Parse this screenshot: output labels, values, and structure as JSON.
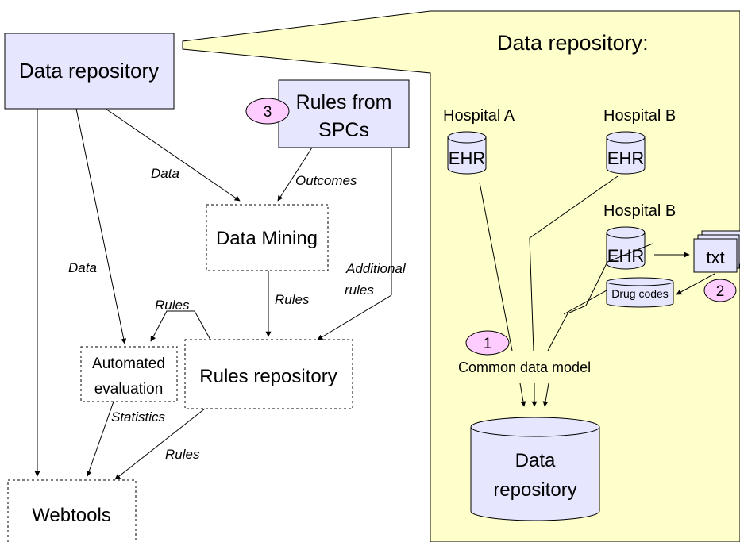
{
  "colors": {
    "panel_fill": "#ffffcc",
    "box_fill": "#e6e6ff",
    "badge_fill": "#ffccff",
    "stroke": "#000000"
  },
  "left": {
    "data_repository": "Data repository",
    "rules_from_spcs_line1": "Rules from",
    "rules_from_spcs_line2": "SPCs",
    "badge_3": "3",
    "data_mining": "Data Mining",
    "automated_line1": "Automated",
    "automated_line2": "evaluation",
    "rules_repository": "Rules repository",
    "webtools": "Webtools",
    "edge_labels": {
      "data_top": "Data",
      "outcomes": "Outcomes",
      "data_left": "Data",
      "additional_line1": "Additional",
      "additional_line2": "rules",
      "rules_loop": "Rules",
      "rules_mid": "Rules",
      "statistics": "Statistics",
      "rules_bottom": "Rules"
    }
  },
  "right": {
    "title": "Data repository:",
    "hospital_a": "Hospital A",
    "hospital_b_1": "Hospital B",
    "hospital_b_2": "Hospital B",
    "ehr_a": "EHR",
    "ehr_b1": "EHR",
    "ehr_b2": "EHR",
    "txt": "txt",
    "drug_codes": "Drug codes",
    "badge_1": "1",
    "badge_2": "2",
    "common_data_model": "Common data model",
    "repo_line1": "Data",
    "repo_line2": "repository"
  }
}
